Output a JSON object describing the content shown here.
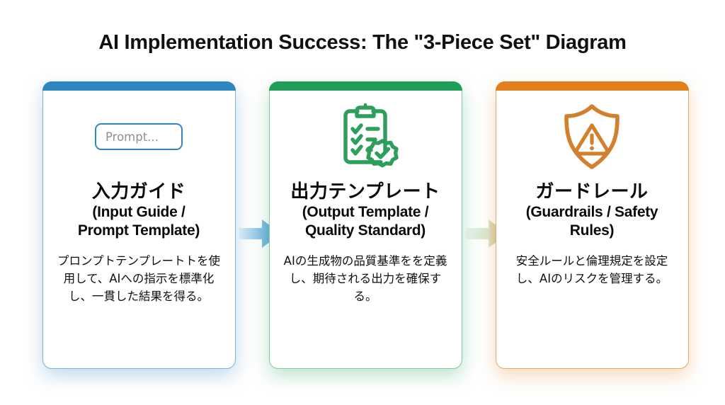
{
  "page": {
    "title": "AI Implementation Success: The \"3-Piece Set\" Diagram",
    "background": "#ffffff"
  },
  "cards": [
    {
      "id": "input-guide",
      "accent": "#2E86C1",
      "icon": "prompt-input-box-icon",
      "input_placeholder": "Prompt...",
      "heading_jp": "入力ガイド",
      "heading_en_line1": "(Input Guide /",
      "heading_en_line2": "Prompt Template)",
      "body": "プロンプトテンプレートトを使用して、AIへの指示を標準化し、一貫した結果を得る。"
    },
    {
      "id": "output-template",
      "accent": "#1E9E57",
      "icon": "clipboard-checklist-verified-icon",
      "heading_jp": "出力テンプレート",
      "heading_en_line1": "(Output Template /",
      "heading_en_line2": "Quality Standard)",
      "body": "AIの生成物の品質基準をを定義し、期待される出力を確保する。"
    },
    {
      "id": "guardrails",
      "accent": "#E2801E",
      "icon": "shield-warning-icon",
      "heading_jp": "ガードレール",
      "heading_en_line1": "(Guardrails / Safety",
      "heading_en_line2": "Rules)",
      "body": "安全ルールと倫理規定を設定し、AIのリスクを管理する。"
    }
  ],
  "arrows": [
    {
      "id": "arrow-input-to-output",
      "from_color": "#cfe4f3",
      "to_color": "#3f9ad4"
    },
    {
      "id": "arrow-output-to-guardrails",
      "from_color": "#d8efe1",
      "to_color": "#d99a52"
    }
  ]
}
